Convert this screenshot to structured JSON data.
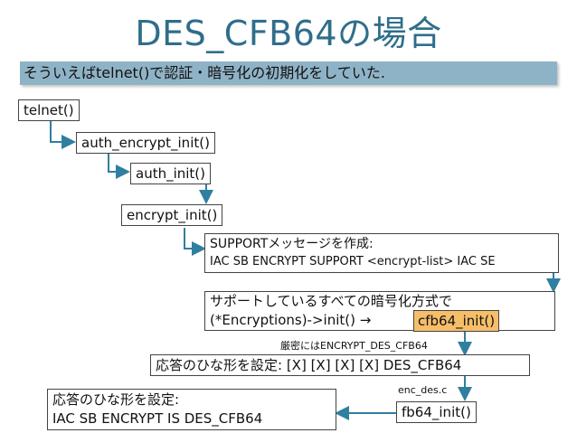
{
  "title": "DES_CFB64の場合",
  "subtitle": "そういえばtelnet()で認証・暗号化の初期化をしていた.",
  "nodes": {
    "telnet": "telnet()",
    "auth_encrypt_init": "auth_encrypt_init()",
    "auth_init": "auth_init()",
    "encrypt_init": "encrypt_init()",
    "support_line1": "SUPPORTメッセージを作成:",
    "support_line2": "IAC SB ENCRYPT SUPPORT <encrypt-list> IAC SE",
    "encryptions_line1": "サポートしているすべての暗号化方式で",
    "encryptions_line2_prefix": "(*Encryptions)->init() → ",
    "cfb64_init": "cfb64_init()",
    "strict_note": "厳密にはENCRYPT_DES_CFB64",
    "reply_template": "応答のひな形を設定: [X] [X] [X] [X] DES_CFB64",
    "enc_des_c": "enc_des.c",
    "fb64_init": "fb64_init()",
    "final_line1": "応答のひな形を設定:",
    "final_line2": "IAC  SB  ENCRYPT  IS  DES_CFB64"
  },
  "colors": {
    "title": "#2f6e8a",
    "subtitle_bg": "#8fb3c6",
    "highlight": "#f7be6a",
    "arrow": "#2f7fa0"
  }
}
